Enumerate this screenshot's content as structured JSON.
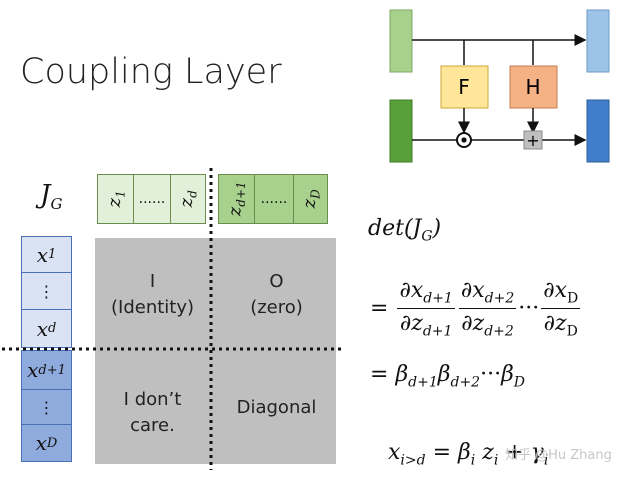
{
  "title": "Coupling Layer",
  "jacobian_label": "J",
  "jacobian_sub": "G",
  "columns": {
    "left": [
      "z",
      "......",
      "z"
    ],
    "left_subs": [
      "1",
      "",
      "d"
    ],
    "right": [
      "z",
      "......",
      "z"
    ],
    "right_subs": [
      "d+1",
      "",
      "D"
    ]
  },
  "rows": {
    "top": [
      "x",
      "⋮",
      "x"
    ],
    "top_subs": [
      "1",
      "",
      "d"
    ],
    "bottom": [
      "x",
      "⋮",
      "x"
    ],
    "bottom_subs": [
      "d+1",
      "",
      "D"
    ]
  },
  "quadrants": {
    "top_left": [
      "I",
      "(Identity)"
    ],
    "top_right": [
      "O",
      "(zero)"
    ],
    "bottom_left": [
      "I don’t",
      "care."
    ],
    "bottom_right": [
      "Diagonal"
    ]
  },
  "network": {
    "f_label": "F",
    "h_label": "H",
    "mult_symbol": "⊙",
    "add_symbol": "+"
  },
  "equations": {
    "det": "det(J",
    "det_sub": "G",
    "det_close": ")",
    "eq_sign": "=",
    "partial_d1_num": "∂x",
    "partial_d1_num_sub": "d+1",
    "partial_d1_den": "∂z",
    "partial_d1_den_sub": "d+1",
    "partial_d2_num": "∂x",
    "partial_d2_num_sub": "d+2",
    "partial_d2_den": "∂z",
    "partial_d2_den_sub": "d+2",
    "dots": "···",
    "partial_D_num": "∂x",
    "partial_D_num_sub": "D",
    "partial_D_den": "∂z",
    "partial_D_den_sub": "D",
    "beta_line": "β",
    "beta_subs": [
      "d+1",
      "d+2",
      "D"
    ],
    "last_eq_lhs": "x",
    "last_eq_lhs_sub": "i>d",
    "last_eq_rhs": "= β",
    "last_eq_rhs_sub": "i",
    "last_eq_z": "z",
    "last_eq_z_sub": "i",
    "last_eq_plus": "+ γ",
    "last_eq_plus_sub": "i"
  },
  "watermark": "知乎 @Hu Zhang",
  "colors": {
    "light_green": "#a9d18e",
    "dark_green": "#5aa03a",
    "light_blue": "#9dc3e6",
    "dark_blue": "#3f7ec8",
    "f_box": "#ffe699",
    "h_box": "#f4b183",
    "quad_grey": "#bfbfbf"
  }
}
